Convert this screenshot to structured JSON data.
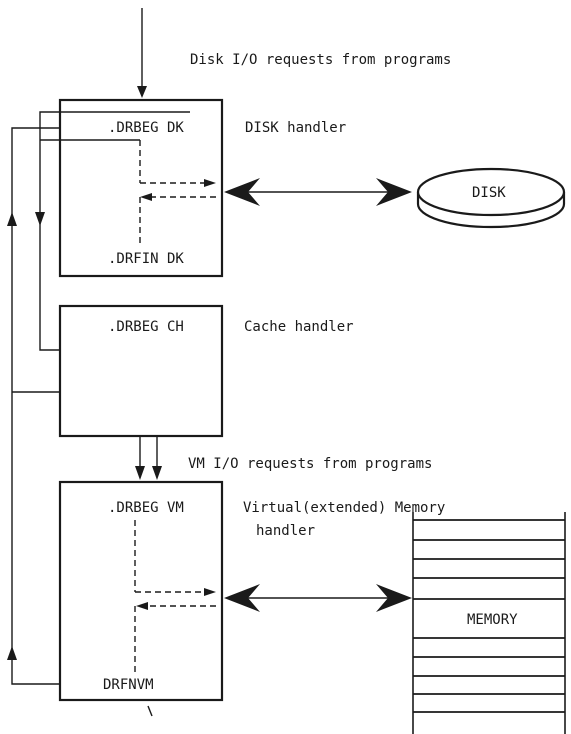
{
  "labels": {
    "disk_requests": "Disk I/O requests from programs",
    "disk_handler_name": "DISK handler",
    "drbeg_dk": ".DRBEG DK",
    "drfin_dk": ".DRFIN DK",
    "disk": "DISK",
    "drbeg_ch": ".DRBEG CH",
    "cache_handler_name": "Cache handler",
    "vm_requests": "VM I/O requests from programs",
    "drbeg_vm": ".DRBEG VM",
    "vm_handler_name_line1": "Virtual(extended) Memory",
    "vm_handler_name_line2": "handler",
    "drfnvm": "DRFNVM",
    "memory": "MEMORY"
  }
}
